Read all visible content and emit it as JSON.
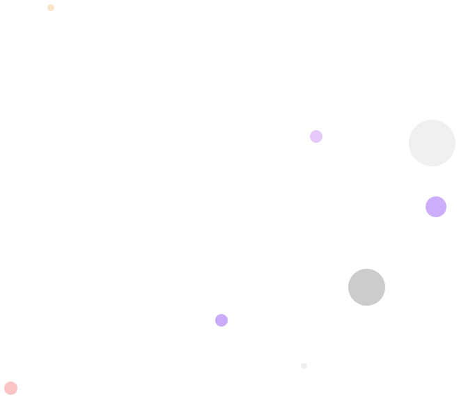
{
  "colors": {
    "background": "#ffffff",
    "peach": "#fbe3c8",
    "lavender": "#e6c8fb",
    "light_grey": "#f0f0f0",
    "purple": "#ccaefc",
    "mid_grey": "#cccccc",
    "purple_small": "#c9abfa",
    "faint_grey": "#eeeeee",
    "pink": "#fcc4c4"
  },
  "dots": [
    {
      "name": "peach-dot",
      "color": "#fbe3c8"
    },
    {
      "name": "lavender-dot",
      "color": "#e6c8fb"
    },
    {
      "name": "large-light-grey-dot",
      "color": "#f0f0f0"
    },
    {
      "name": "purple-dot-right",
      "color": "#ccaefc"
    },
    {
      "name": "medium-grey-dot",
      "color": "#cccccc"
    },
    {
      "name": "small-purple-dot",
      "color": "#c9abfa"
    },
    {
      "name": "tiny-grey-dot",
      "color": "#eeeeee"
    },
    {
      "name": "pink-dot",
      "color": "#fcc4c4"
    }
  ]
}
